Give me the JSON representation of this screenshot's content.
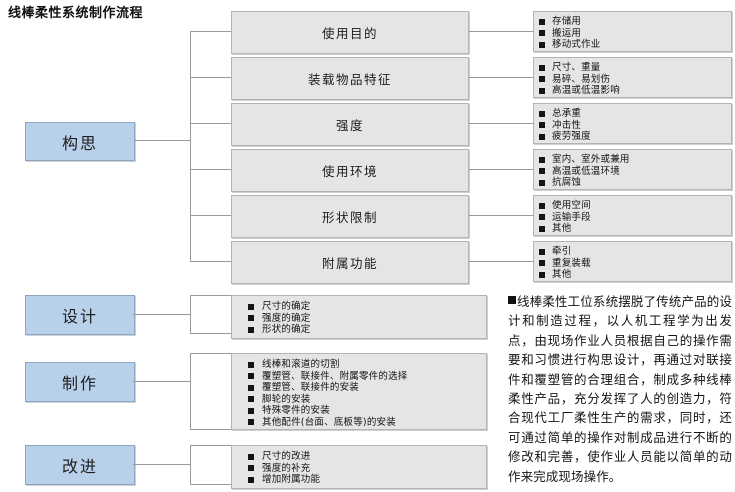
{
  "title": "线棒柔性系统制作流程",
  "stages": [
    {
      "id": "conceive",
      "label": "构思"
    },
    {
      "id": "design",
      "label": "设计"
    },
    {
      "id": "make",
      "label": "制作"
    },
    {
      "id": "improve",
      "label": "改进"
    }
  ],
  "conceive_branches": [
    {
      "label": "使用目的",
      "details": [
        "存储用",
        "搬运用",
        "移动式作业"
      ]
    },
    {
      "label": "装载物品特征",
      "details": [
        "尺寸、重量",
        "易碎、易划伤",
        "高温或低温影响"
      ]
    },
    {
      "label": "强度",
      "details": [
        "总承重",
        "冲击性",
        "疲劳强度"
      ]
    },
    {
      "label": "使用环境",
      "details": [
        "室内、室外或兼用",
        "高温或低温环境",
        "抗腐蚀"
      ]
    },
    {
      "label": "形状限制",
      "details": [
        "使用空间",
        "运输手段",
        "其他"
      ]
    },
    {
      "label": "附属功能",
      "details": [
        "牵引",
        "重复装载",
        "其他"
      ]
    }
  ],
  "design_details": [
    "尺寸的确定",
    "强度的确定",
    "形状的确定"
  ],
  "make_details": [
    "线棒和滚道的切割",
    "覆塑管、联接件、附属零件的选择",
    "覆塑管、联接件的安装",
    "脚轮的安装",
    "特殊零件的安装",
    "其他配件(台面、底板等)的安装"
  ],
  "improve_details": [
    "尺寸的改进",
    "强度的补充",
    "增加附属功能"
  ],
  "note": {
    "bullet": "■",
    "text": "线棒柔性工位系统摆脱了传统产品的设计和制造过程，以人机工程学为出发点，由现场作业人员根据自己的操作需要和习惯进行构思设计，再通过对联接件和覆塑管的合理组合，制成多种线棒柔性产品，充分发挥了人的创造力，符合现代工厂柔性生产的需求，同时，还可通过简单的操作对制成品进行不断的修改和完善，使作业人员能以简单的动作来完成现场操作。"
  },
  "colors": {
    "stage_fill": "#b9d0ea",
    "stage_border": "#8aa7c4",
    "box_fill": "#e3e5e7",
    "box_border": "#b2b4b6",
    "line": "#9a9a9a",
    "bullet": "#141414"
  }
}
